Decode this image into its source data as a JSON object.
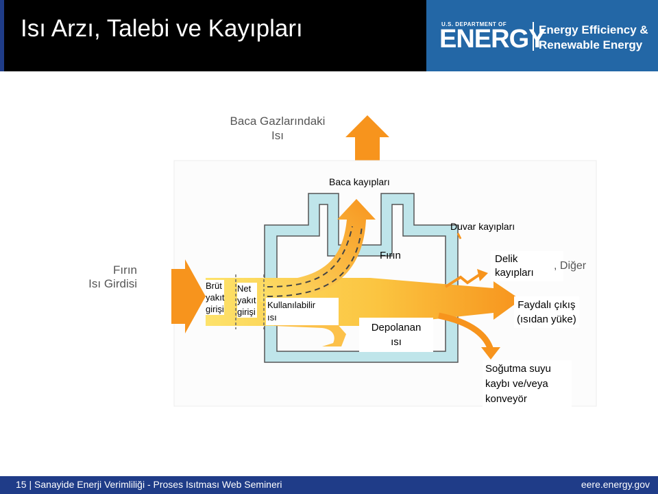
{
  "header": {
    "title": "Isı Arzı, Talebi ve Kayıpları",
    "logo_small": "U.S. DEPARTMENT OF",
    "logo_main": "ENERGY",
    "logo_line1": "Energy Efficiency &",
    "logo_line2": "Renewable Energy"
  },
  "diagram": {
    "stack_heat_line1": "Baca Gazlarındaki",
    "stack_heat_line2": "Isı",
    "stack_losses": "Baca kayıpları",
    "wall_losses": "Duvar kayıpları",
    "furnace_input_line1": "Fırın",
    "furnace_input_line2": "Isı Girdisi",
    "gross_fuel": [
      "Brüt",
      "yakıt",
      "girişi"
    ],
    "net_fuel": [
      "Net",
      "yakıt",
      "girişi"
    ],
    "available_heat": [
      "Kullanılabilir",
      "ısı"
    ],
    "furnace": "Fırın",
    "stored_heat": [
      "Depolanan",
      "ısı"
    ],
    "opening_losses": [
      "Delik",
      "kayıpları"
    ],
    "other": ", Diğer",
    "useful_output": [
      "Faydalı çıkış",
      "(ısıdan yüke)"
    ],
    "cooling_losses": [
      "Soğutma suyu",
      "kaybı ve/veya",
      "konveyör"
    ]
  },
  "footer": {
    "text": "15 | Sanayide Enerji Verimliliği - Proses Isıtması Web Semineri",
    "url": "eere.energy.gov"
  },
  "colors": {
    "header_bg": "#000000",
    "brand_blue": "#2367a6",
    "footer_blue": "#1f3c88",
    "furnace_wall": "#bfe5ea",
    "heat_orange": "#f7941d",
    "heat_yellow": "#fde26b"
  }
}
